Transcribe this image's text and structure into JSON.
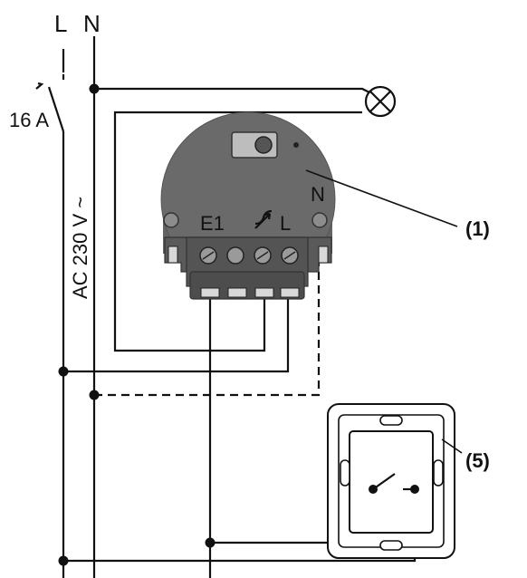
{
  "lines": {
    "phase": "L",
    "neutral": "N"
  },
  "breaker": {
    "rating": "16 A"
  },
  "supply": {
    "voltage_label": "AC 230 V ~"
  },
  "actuator": {
    "terminals": {
      "extension": "E1",
      "load": "L",
      "neutral": "N"
    },
    "dimmer_symbol": "dimmer-arrow-icon"
  },
  "callouts": {
    "actuator": "(1)",
    "extension_unit": "(5)"
  },
  "colors": {
    "housing": "#606060",
    "housing_dark": "#4a4a4a",
    "terminal": "#8a8a8a",
    "wire": "#111111"
  }
}
